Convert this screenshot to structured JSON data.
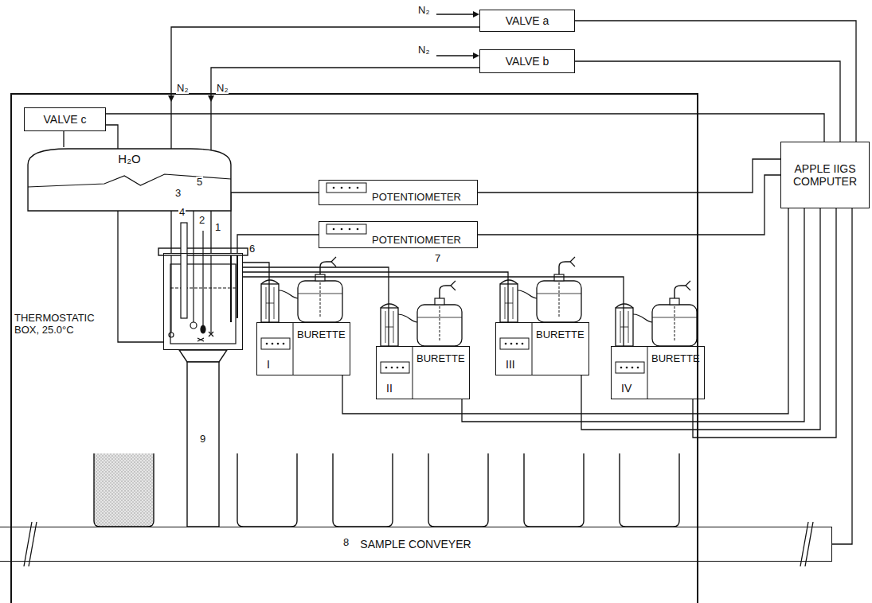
{
  "diagram": {
    "nodes": [
      {
        "text": [
          "VALVE a"
        ]
      },
      {
        "text": [
          "VALVE b"
        ]
      },
      {
        "text": [
          "VALVE c"
        ]
      },
      {
        "text": [
          "H₂O"
        ]
      },
      {
        "text": [
          "THERMOSTATIC BOX, 25.0°C"
        ]
      },
      {
        "text": [
          "POTENTIOMETER"
        ]
      },
      {
        "text": [
          "POTENTIOMETER"
        ]
      },
      {
        "text": [
          "BURETTE",
          "I"
        ]
      },
      {
        "text": [
          "BURETTE",
          "II"
        ]
      },
      {
        "text": [
          "BURETTE",
          "III"
        ]
      },
      {
        "text": [
          "BURETTE",
          "IV"
        ]
      },
      {
        "text": [
          "APPLE IIGS COMPUTER"
        ]
      },
      {
        "text": [
          "SAMPLE CONVEYER"
        ]
      }
    ],
    "edges": [
      {
        "from": 0,
        "to": 11,
        "arrow": "none"
      },
      {
        "from": 1,
        "to": 11,
        "arrow": "none"
      },
      {
        "from": 2,
        "to": 11,
        "arrow": "none"
      },
      {
        "from": 5,
        "to": 11,
        "arrow": "none"
      },
      {
        "from": 6,
        "to": 11,
        "arrow": "none"
      },
      {
        "from": 7,
        "to": 11,
        "arrow": "none"
      },
      {
        "from": 8,
        "to": 11,
        "arrow": "none"
      },
      {
        "from": 9,
        "to": 11,
        "arrow": "none"
      },
      {
        "from": 10,
        "to": 11,
        "arrow": "none"
      },
      {
        "from": 12,
        "to": 11,
        "arrow": "none"
      },
      {
        "from": 0,
        "to": 4,
        "arrow": "none"
      },
      {
        "from": 1,
        "to": 4,
        "arrow": "none"
      },
      {
        "from": 2,
        "to": 4,
        "arrow": "none"
      },
      {
        "from": 2,
        "to": 3,
        "arrow": "none"
      },
      {
        "from": 5,
        "to": 4,
        "arrow": "none"
      },
      {
        "from": 6,
        "to": 4,
        "arrow": "none"
      },
      {
        "from": 4,
        "to": 7,
        "arrow": "none"
      },
      {
        "from": 4,
        "to": 8,
        "arrow": "none"
      },
      {
        "from": 4,
        "to": 9,
        "arrow": "none"
      },
      {
        "from": 4,
        "to": 10,
        "arrow": "none"
      }
    ],
    "labels": [
      "N₂",
      "N₂",
      "N₂",
      "N₂",
      "1",
      "2",
      "3",
      "4",
      "5",
      "6",
      "7",
      "8",
      "9"
    ]
  }
}
